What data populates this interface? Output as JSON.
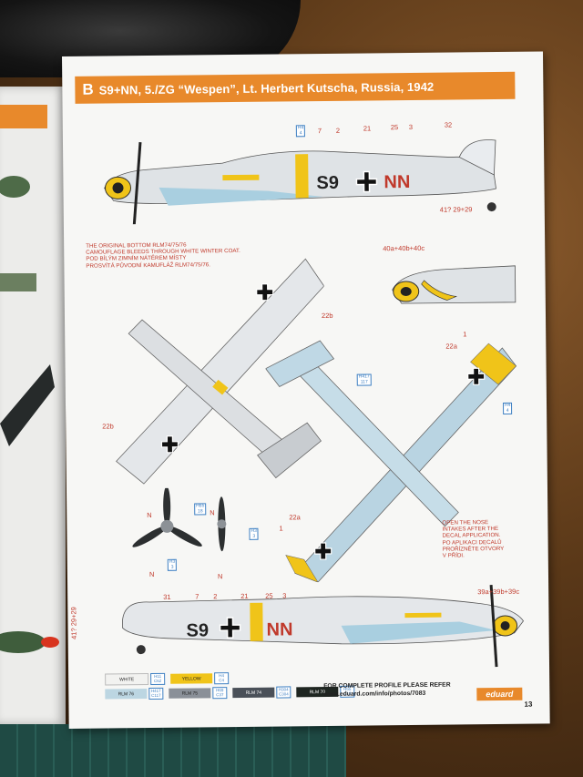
{
  "header": {
    "letter": "B",
    "title": "S9+NN, 5./ZG “Wespen”, Lt. Herbert Kutscha, Russia, 1942"
  },
  "aircraft_code": {
    "left": "S9",
    "right": "NN"
  },
  "callouts": {
    "top_profile": [
      "32",
      "7",
      "2",
      "21",
      "25",
      "3",
      "41? 29+29"
    ],
    "bottom_profile": [
      "31",
      "7",
      "2",
      "21",
      "25",
      "3",
      "41? 29+29",
      "39a+39b+39c"
    ],
    "nose_detail": "40a+40b+40c",
    "upper_wing": "22b",
    "upper_wing_left": "22b",
    "lower_1": "1",
    "lower_22a": "22a",
    "lower_22a_top": "22a",
    "lower_1_top": "1",
    "prop_n": [
      "N",
      "N",
      "N",
      "N"
    ]
  },
  "notes": {
    "winter_coat": "THE ORIGINAL BOTTOM RLM74/75/76\nCAMOUFLAGE BLEEDS THROUGH WHITE WINTER COAT.\nPOD BÍLÝM ZIMNÍM NÁTĚREM MÍSTY\nPROSVÍTÁ PŮVODNÍ KAMUFLÁŽ RLM74/75/76.",
    "nose_intakes": "OPEN THE NOSE\nINTAKES AFTER THE\nDECAL APPLICATION.\nPO APLIKACI DECALŮ\nPROŘÍZNĚTE OTVORY\nV PŘÍDI."
  },
  "legend": [
    {
      "name": "WHITE",
      "code": "H11\nC62",
      "color": "#f2f2f0"
    },
    {
      "name": "YELLOW",
      "code": "H4\nC4",
      "color": "#f0c419"
    },
    {
      "name": "RLM 76",
      "code": "H417\nC117",
      "color": "#bcd6e2"
    },
    {
      "name": "RLM 75",
      "code": "H69\nC37",
      "color": "#8a9098"
    },
    {
      "name": "RLM 74",
      "code": "H304\nC304",
      "color": "#4a5058"
    },
    {
      "name": "RLM 70",
      "code": "H65\nC18",
      "color": "#1f2621"
    }
  ],
  "footer": {
    "line1": "FOR COMPLETE PROFILE PLEASE REFER",
    "line2": "www.eduard.com/info/photos/7083",
    "brand": "eduard",
    "page_number": "13"
  },
  "colors": {
    "accent": "#e8892b",
    "callout_red": "#c0392b",
    "ref_blue": "#3d7fc2"
  }
}
